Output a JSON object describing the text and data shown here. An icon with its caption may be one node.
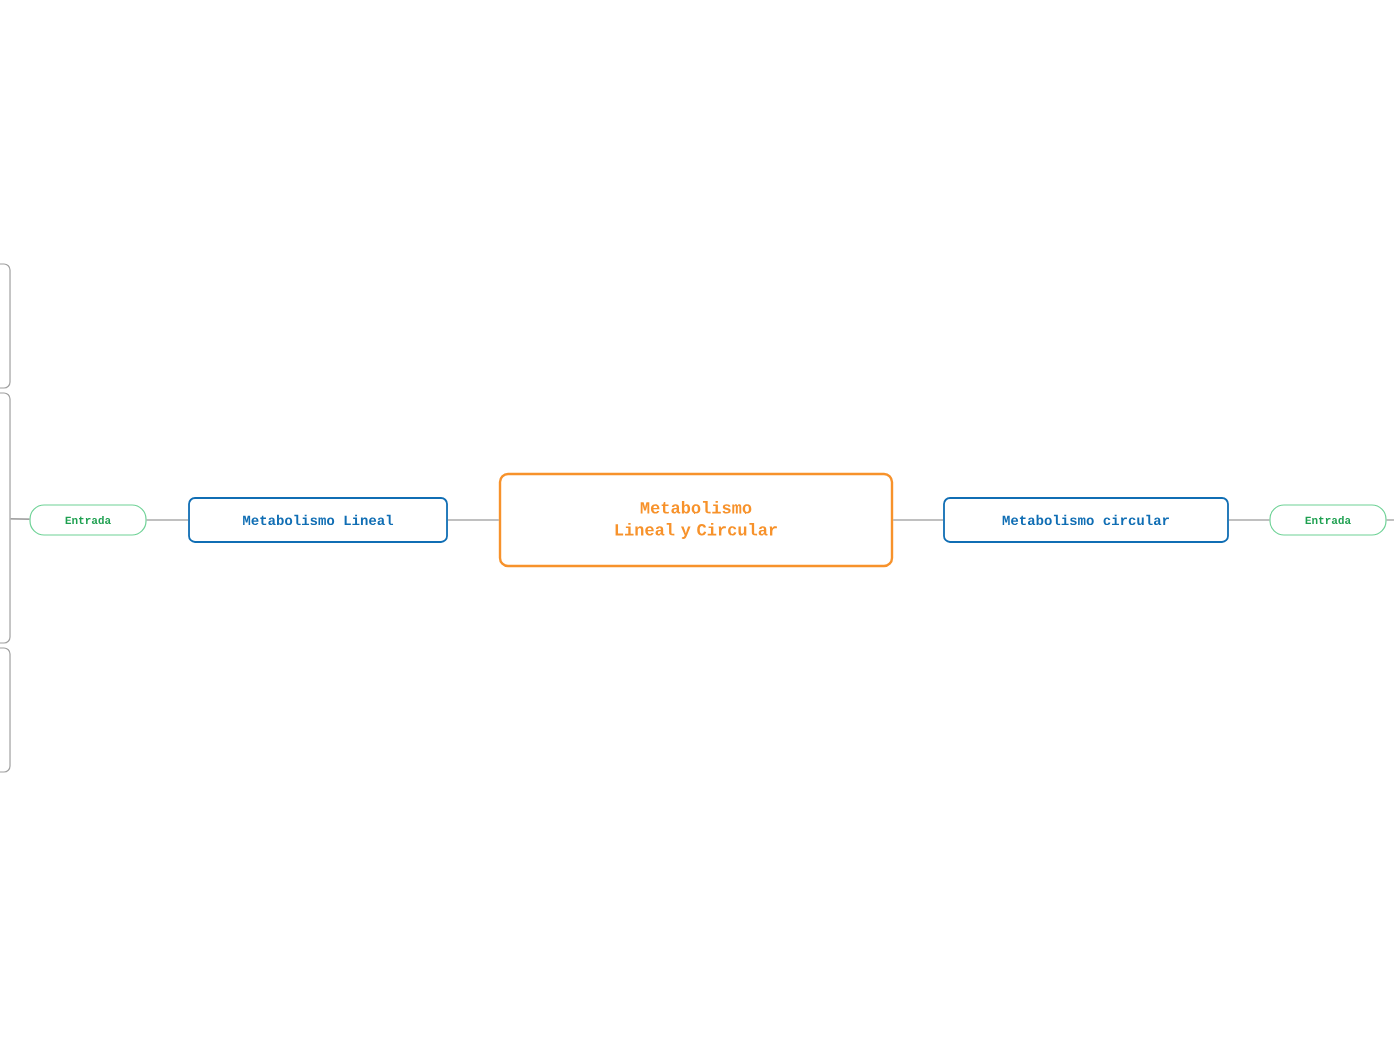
{
  "diagram": {
    "nodes": [
      {
        "text": [
          "Metabolismo Lineal y Circular"
        ]
      },
      {
        "text": [
          "Metabolismo Lineal"
        ]
      },
      {
        "text": [
          "Entrada"
        ]
      },
      {
        "text": [
          "Metabolismo circular"
        ]
      },
      {
        "text": [
          "Entrada"
        ]
      },
      {
        "text": [],
        "shape": "box"
      },
      {
        "text": [],
        "shape": "box"
      },
      {
        "text": [],
        "shape": "box"
      }
    ],
    "edges": [
      {
        "from": 0,
        "to": 1,
        "arrow": "none"
      },
      {
        "from": 1,
        "to": 2,
        "arrow": "none"
      },
      {
        "from": 2,
        "to": 6,
        "arrow": "none"
      },
      {
        "from": 0,
        "to": 3,
        "arrow": "none"
      },
      {
        "from": 3,
        "to": 4,
        "arrow": "none"
      },
      {
        "from": 4,
        "to": null,
        "arrow": "none"
      }
    ]
  }
}
